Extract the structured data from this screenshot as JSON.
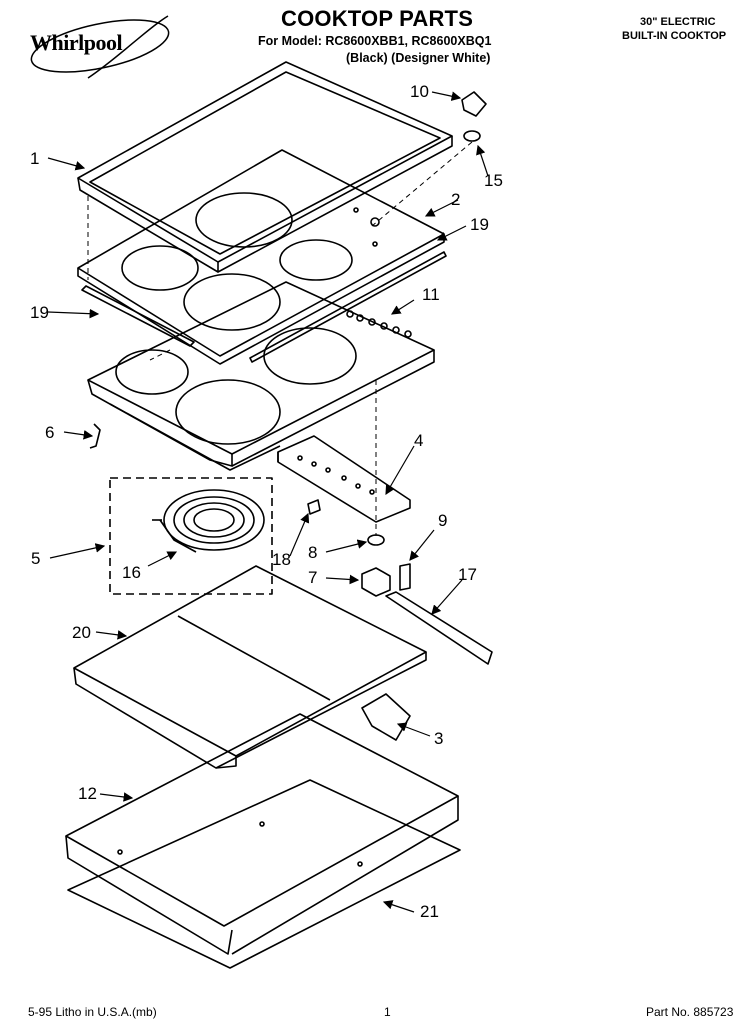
{
  "brand": "Whirlpool",
  "title": "COOKTOP PARTS",
  "model_line": "For Model: RC8600XBB1, RC8600XBQ1",
  "color_line": "(Black) (Designer White)",
  "spec_line1": "30\" ELECTRIC",
  "spec_line2": "BUILT-IN COOKTOP",
  "footer": {
    "litho": "5-95 Litho in U.S.A.(mb)",
    "page": "1",
    "part_no": "Part No. 885723"
  },
  "callouts": {
    "c1": "1",
    "c2": "2",
    "c3": "3",
    "c4": "4",
    "c5": "5",
    "c6": "6",
    "c7": "7",
    "c8": "8",
    "c9": "9",
    "c10": "10",
    "c11": "11",
    "c12": "12",
    "c15": "15",
    "c16": "16",
    "c17": "17",
    "c18": "18",
    "c19a": "19",
    "c19b": "19",
    "c20": "20",
    "c21": "21"
  }
}
